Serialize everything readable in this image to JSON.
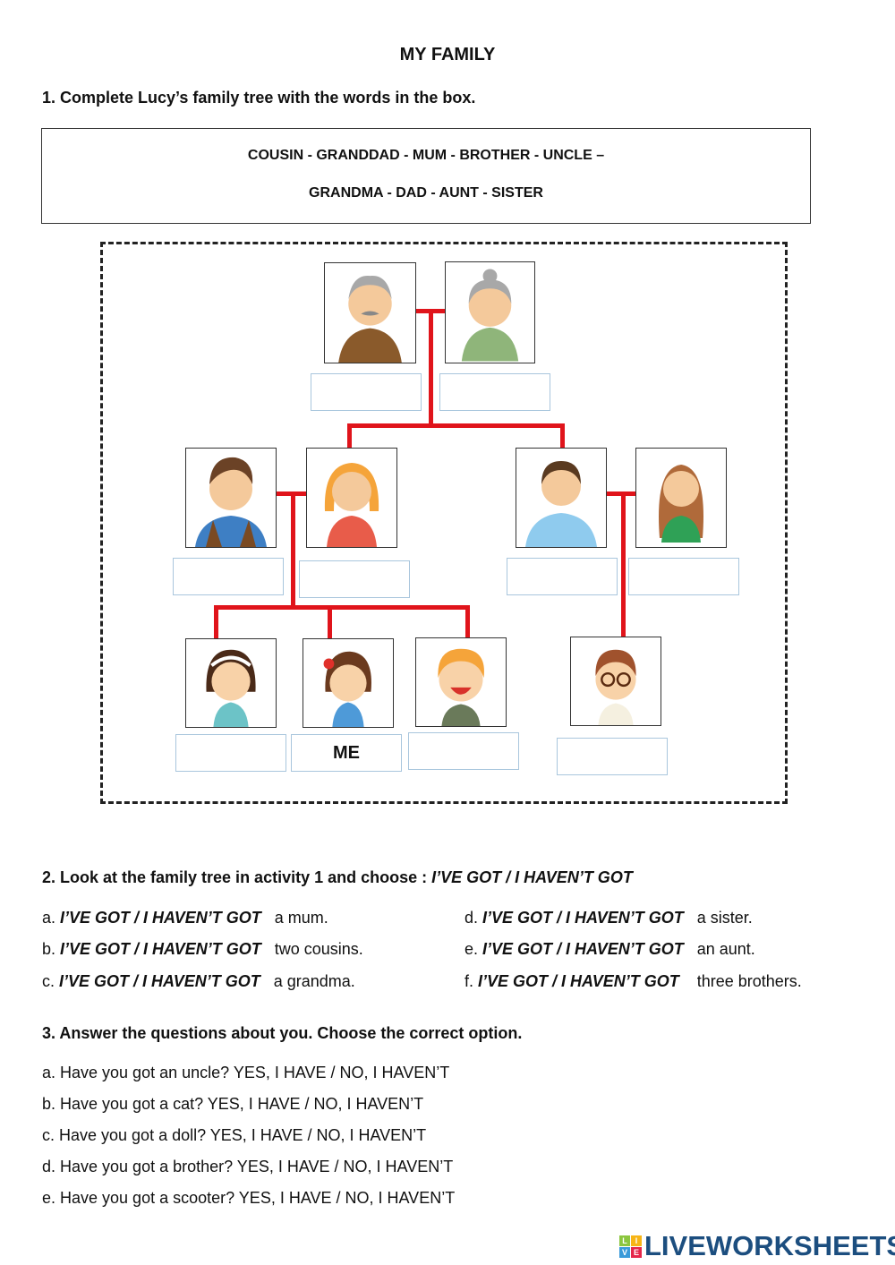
{
  "title": "MY FAMILY",
  "ex1": {
    "heading": "1. Complete Lucy’s family tree with the words in the box.",
    "words_line1": "COUSIN  - GRANDDAD   -  MUM  -  BROTHER  -  UNCLE –",
    "words_line2": "GRANDMA  -  DAD  -  AUNT  -  SISTER",
    "me_label": "ME"
  },
  "ex2": {
    "heading_plain": "2. Look at the family tree in activity 1 and choose : ",
    "heading_options": "I’VE GOT / I HAVEN’T GOT",
    "items": [
      {
        "letter": "a. ",
        "options": "I’VE GOT / I HAVEN’T GOT",
        "text": "a mum."
      },
      {
        "letter": "b. ",
        "options": "I’VE GOT / I HAVEN’T GOT",
        "text": "two cousins."
      },
      {
        "letter": "c. ",
        "options": "I’VE GOT / I HAVEN’T GOT",
        "text": "a grandma."
      },
      {
        "letter": "d. ",
        "options": "I’VE GOT / I HAVEN’T GOT",
        "text": "a sister."
      },
      {
        "letter": "e. ",
        "options": "I’VE GOT / I HAVEN’T GOT",
        "text": "an aunt."
      },
      {
        "letter": "f. ",
        "options": "I’VE GOT / I HAVEN’T GOT",
        "text": "three brothers."
      }
    ]
  },
  "ex3": {
    "heading": "3. Answer the questions about you. Choose the correct option.",
    "items": [
      "a. Have you got an uncle?  YES, I HAVE  / NO, I HAVEN’T",
      "b. Have you got a cat?  YES, I HAVE  / NO, I HAVEN’T",
      "c. Have you got a doll? YES, I HAVE  / NO, I HAVEN’T",
      "d. Have you got a brother? YES, I HAVE  / NO, I HAVEN’T",
      "e. Have you got a scooter? YES, I HAVE  / NO, I HAVEN’T"
    ]
  },
  "logo": {
    "text": "LIVEWORKSHEETS",
    "tiles": [
      "L",
      "I",
      "V",
      "E"
    ]
  },
  "colors": {
    "line": "#e0141b",
    "box_border": "#a9c6dd",
    "logo": "#1c4e7f"
  }
}
